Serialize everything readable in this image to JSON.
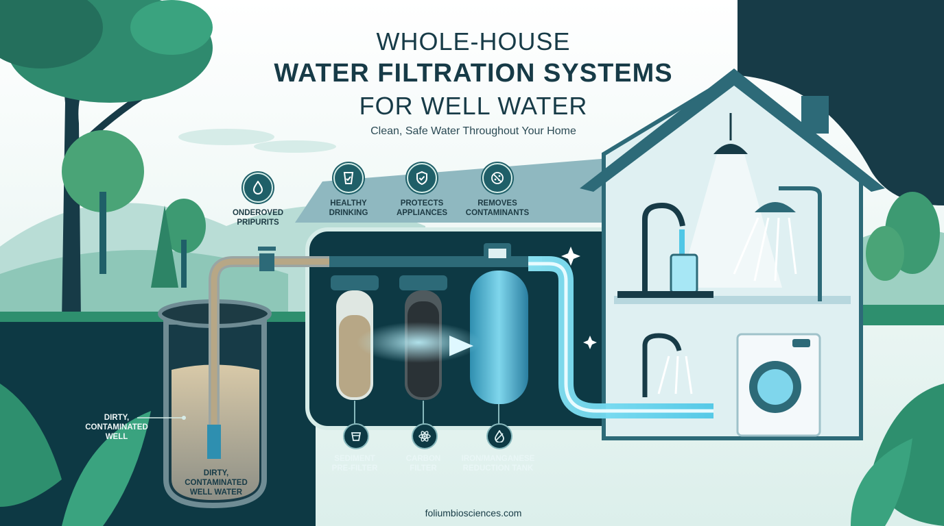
{
  "header": {
    "title_line1": "WHOLE-HOUSE",
    "title_line2": "WATER FILTRATION SYSTEMS",
    "title_line3": "FOR WELL WATER",
    "subtitle": "Clean, Safe Water Throughout Your Home"
  },
  "benefits": [
    {
      "label_line1": "ONDEROVED",
      "label_line2": "PRIPURITS",
      "icon": "water-drop-icon"
    },
    {
      "label_line1": "HEALTHY",
      "label_line2": "DRINKING",
      "icon": "glass-icon"
    },
    {
      "label_line1": "PROTECTS",
      "label_line2": "APPLIANCES",
      "icon": "shield-check-icon"
    },
    {
      "label_line1": "REMOVES",
      "label_line2": "CONTAMINANTS",
      "icon": "no-particles-icon"
    }
  ],
  "stages": [
    {
      "label_line1": "SEDIMENT",
      "label_line2": "PRE-FILTER",
      "icon": "cup-filter-icon"
    },
    {
      "label_line1": "CARBON",
      "label_line2": "FILTER",
      "icon": "atom-icon"
    },
    {
      "label_line1": "IRON/MANGANESE",
      "label_line2": "REDUCTION TANK",
      "icon": "drop-slash-icon"
    }
  ],
  "well": {
    "side_label_line1": "DIRTY,",
    "side_label_line2": "CONTAMINATED",
    "side_label_line3": "WELL",
    "inner_label_line1": "DIRTY,",
    "inner_label_line2": "CONTAMINATED",
    "inner_label_line3": "WELL WATER"
  },
  "footer": {
    "website": "foliumbiosciences.com"
  },
  "colors": {
    "navy": "#173b47",
    "teal_dark": "#1f5f68",
    "teal": "#2e8f84",
    "green": "#3a9a6e",
    "water_blue": "#4fc7e6",
    "sky": "#eef6f4"
  }
}
